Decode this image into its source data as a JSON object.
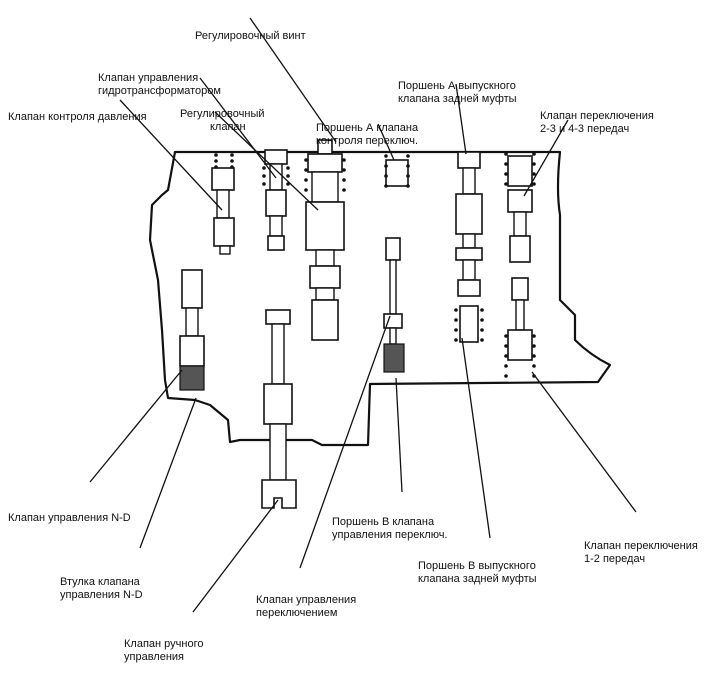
{
  "labels": {
    "adj_screw": [
      "Регулировочный винт"
    ],
    "tc_valve": [
      "Клапан управления",
      "гидротрансформатором"
    ],
    "reg_valve": [
      "Регулировочный",
      "клапан"
    ],
    "pressure_valve": [
      "Клапан контроля давления"
    ],
    "piston_a_shift": [
      "Поршень А клапана",
      "контроля переключ."
    ],
    "piston_a_clutch": [
      "Поршень А выпускного",
      "клапана задней муфты"
    ],
    "shift_23_43": [
      "Клапан переключения",
      "2-3 и 4-3 передач"
    ],
    "nd_valve": [
      "Клапан управления N-D"
    ],
    "nd_sleeve": [
      "Втулка клапана",
      "управления N-D"
    ],
    "manual_valve": [
      "Клапан ручного",
      "управления"
    ],
    "shift_control": [
      "Клапан управления",
      "переключением"
    ],
    "piston_b_shift": [
      "Поршень В клапана",
      "управления переключ."
    ],
    "piston_b_clutch": [
      "Поршень В выпускного",
      "клапана задней муфты"
    ],
    "shift_12": [
      "Клапан переключения",
      "1-2 передач"
    ]
  }
}
